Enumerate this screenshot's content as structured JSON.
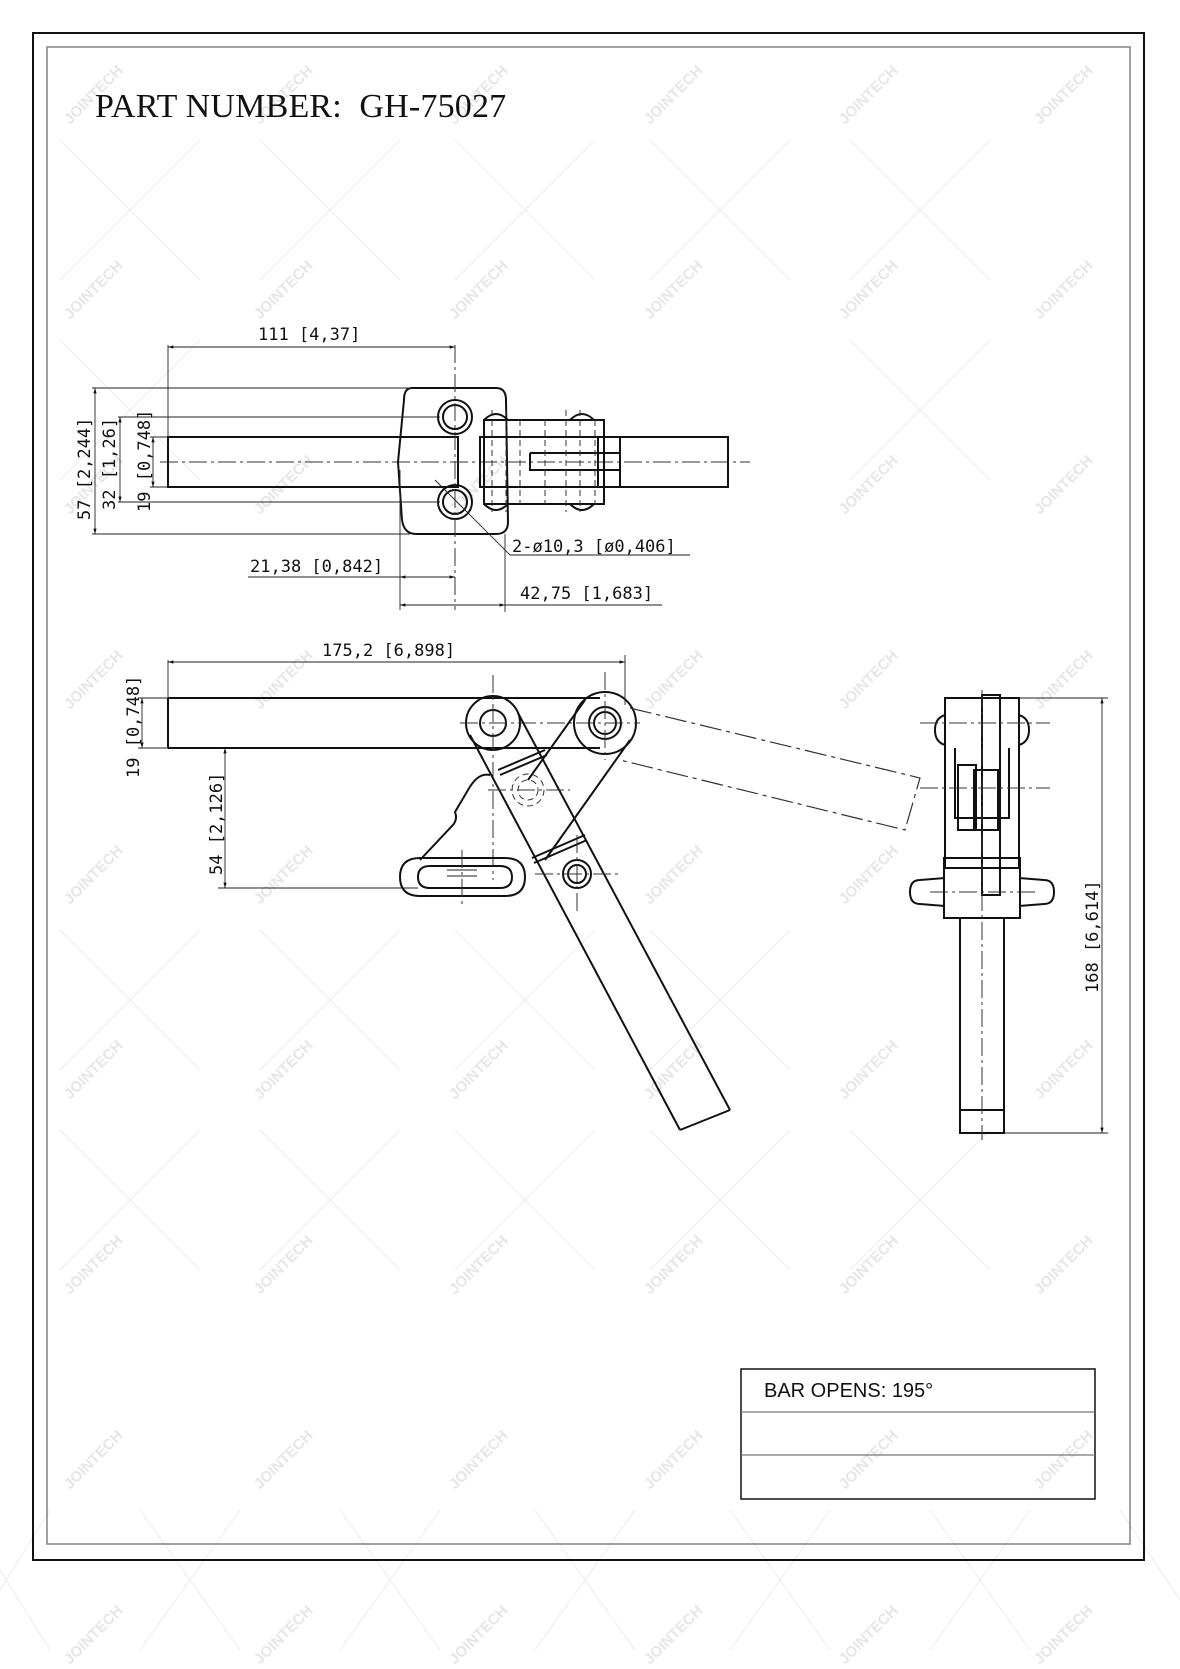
{
  "document": {
    "title": "PART NUMBER:  GH-75027",
    "part_number": "GH-75027",
    "watermark": "JOINTECH"
  },
  "top_view": {
    "dim_length": "111 [4,37]",
    "dim_height_total": "57 [2,244]",
    "dim_hole_spacing": "32 [1,26]",
    "dim_bar_height": "19 [0,748]",
    "dim_offset": "21,38 [0,842]",
    "dim_hole_callout": "2-ø10,3 [ø0,406]",
    "dim_base_width": "42,75 [1,683]"
  },
  "side_view": {
    "dim_overall_length": "175,2 [6,898]",
    "dim_bar_height": "19 [0,748]",
    "dim_base_height": "54 [2,126]"
  },
  "end_view": {
    "dim_height": "168 [6,614]"
  },
  "notes_table": {
    "rows": [
      "BAR OPENS: 195°",
      "",
      ""
    ]
  }
}
